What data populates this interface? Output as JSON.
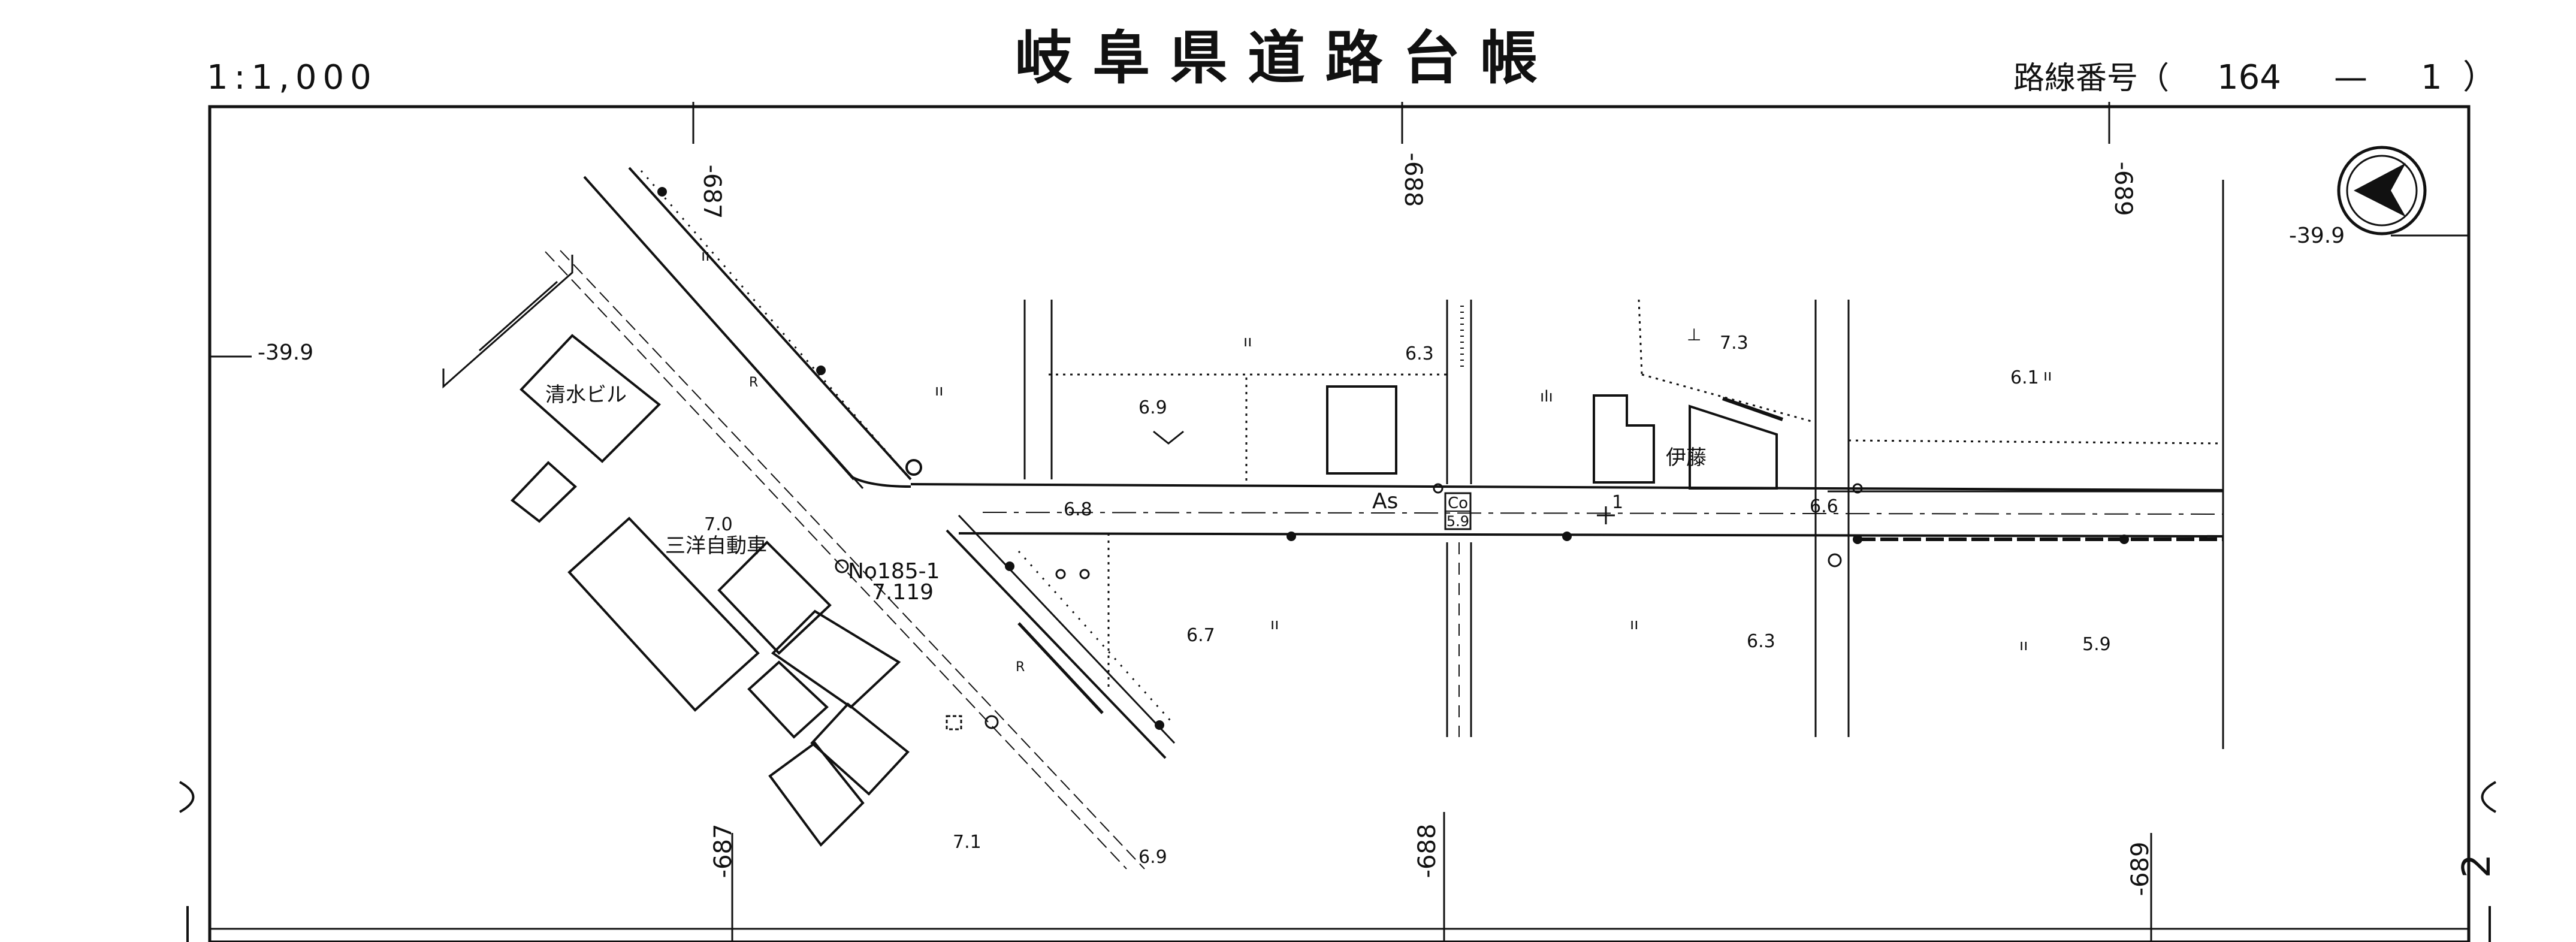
{
  "sheet": {
    "scale": "1:1,000",
    "title": "岐 阜 県 道 路 台 帳",
    "route_label": "路線番号（",
    "route_number": "164",
    "route_dash": "—",
    "route_sub": "1",
    "route_close": "）",
    "page_number": "2"
  },
  "grid": {
    "x_labels": [
      "-687",
      "-688",
      "-689"
    ],
    "y_labels": [
      "-39.9",
      "-39.9"
    ]
  },
  "buildings": {
    "shimizu": "清水ビル",
    "sanyo": "三洋自動車",
    "ito": "伊藤"
  },
  "road": {
    "surface_as": "As",
    "surface_co": "Co",
    "co_width": "5.9",
    "station": "No185-1",
    "station_elev": "7.119",
    "road_marker": "1",
    "r_marks": [
      "R",
      "R"
    ]
  },
  "elevations": [
    "7.0",
    "6.9",
    "6.8",
    "6.7",
    "6.3",
    "7.3",
    "6.6",
    "6.1",
    "6.3",
    "5.9",
    "7.1",
    "6.9"
  ],
  "symbols": [
    "rice-field",
    "rice-field",
    "rice-field",
    "rice-field",
    "rice-field",
    "rice-field",
    "rice-field",
    "orchard",
    "shrine-mark",
    "north-arrow"
  ]
}
